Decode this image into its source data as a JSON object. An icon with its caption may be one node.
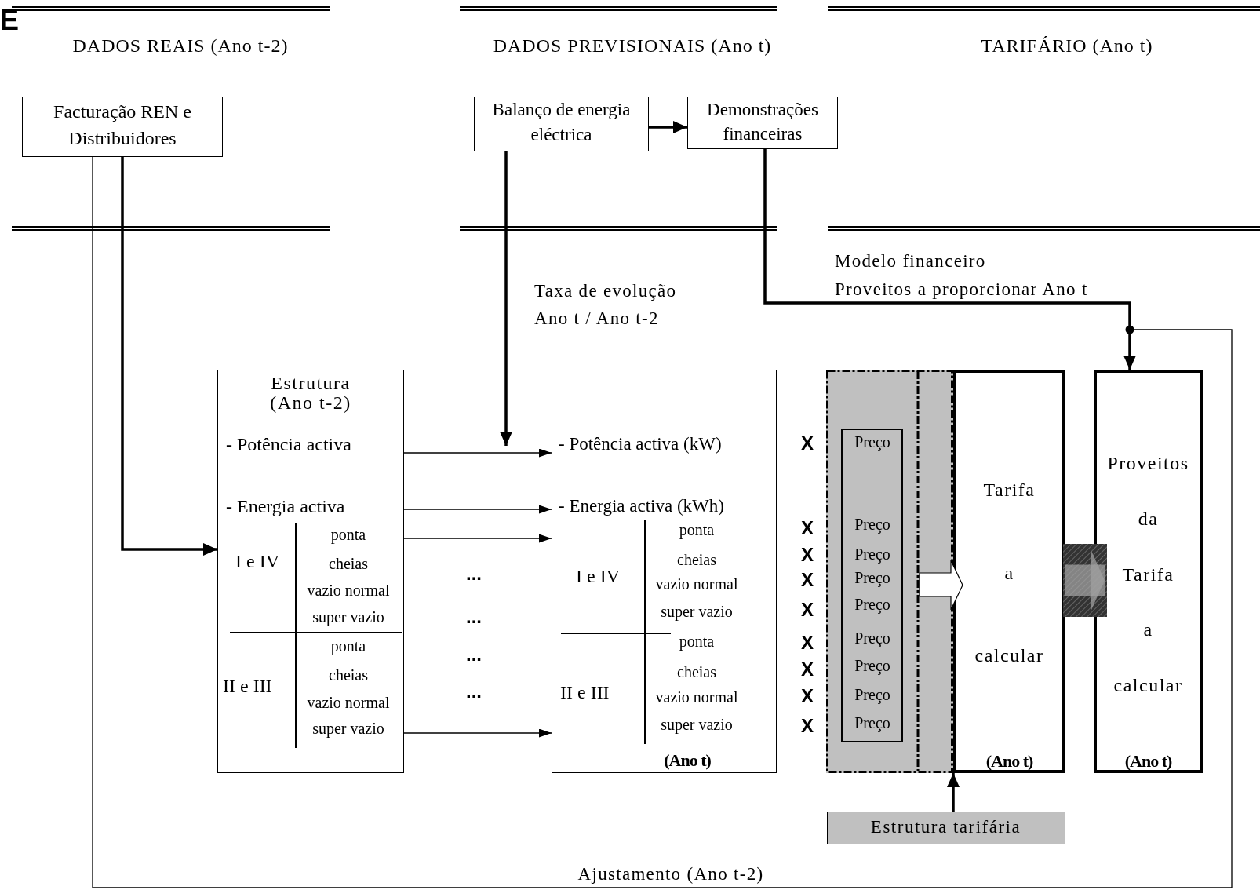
{
  "diagram": {
    "nodes": [
      {
        "text": [
          "Facturação REN e Distribuidores"
        ]
      },
      {
        "text": [
          "Balanço de energia eléctrica"
        ]
      },
      {
        "text": [
          "Demonstrações financeiras"
        ]
      },
      {
        "text": [
          "Estrutura (Ano t-2)",
          "- Potência activa",
          "- Energia activa",
          "I e IV",
          "ponta",
          "cheias",
          "vazio normal",
          "super vazio",
          "II e III",
          "ponta",
          "cheias",
          "vazio normal",
          "super vazio"
        ]
      },
      {
        "text": [
          "- Potência activa (kW)",
          "- Energia activa (kWh)",
          "I e IV",
          "ponta",
          "cheias",
          "vazio normal",
          "super vazio",
          "II e III",
          "ponta",
          "cheias",
          "vazio normal",
          "super vazio",
          "(Ano t)"
        ]
      },
      {
        "text": [],
        "shape": "box"
      },
      {
        "text": [
          "Preço",
          "Preço",
          "Preço",
          "Preço",
          "Preço",
          "Preço",
          "Preço",
          "Preço",
          "Preço"
        ],
        "in": 5
      },
      {
        "text": [
          "Tarifa a calcular",
          "(Ano t)"
        ]
      },
      {
        "text": [
          "Proveitos da Tarifa a calcular",
          "(Ano t)"
        ]
      },
      {
        "text": [
          "Estrutura tarifária"
        ]
      }
    ],
    "edges": [
      {
        "from": 1,
        "to": 2,
        "arrow": "to"
      },
      {
        "from": 0,
        "to": 3,
        "arrow": "to"
      },
      {
        "from": 1,
        "to": 4,
        "arrow": "to",
        "label": "Taxa de evolução Ano t / Ano t-2"
      },
      {
        "from": 2,
        "to": 8,
        "arrow": "to",
        "label": "Proveitos a proporcionar Ano t"
      },
      {
        "from": 0,
        "to": 8,
        "arrow": "to",
        "label": "Ajustamento (Ano t-2)"
      },
      {
        "from": 3,
        "to": 4,
        "arrow": "to"
      },
      {
        "from": 3,
        "to": 4,
        "arrow": "to"
      },
      {
        "from": 3,
        "to": 4,
        "arrow": "to"
      },
      {
        "from": 3,
        "to": 4,
        "arrow": "to"
      },
      {
        "from": 5,
        "to": 7,
        "arrow": "to"
      },
      {
        "from": 7,
        "to": 8,
        "arrow": "to",
        "style": "thick",
        "color": "#a0a0a0"
      },
      {
        "from": 9,
        "to": 7,
        "arrow": "to"
      }
    ],
    "labels": [
      "E",
      "DADOS REAIS (Ano t-2)",
      "DADOS PREVISIONAIS (Ano t)",
      "TARIFÁRIO (Ano t)",
      "Modelo financeiro",
      "X",
      "X",
      "X",
      "X",
      "X",
      "X",
      "X",
      "X",
      "X",
      "...",
      "...",
      "...",
      "..."
    ]
  }
}
